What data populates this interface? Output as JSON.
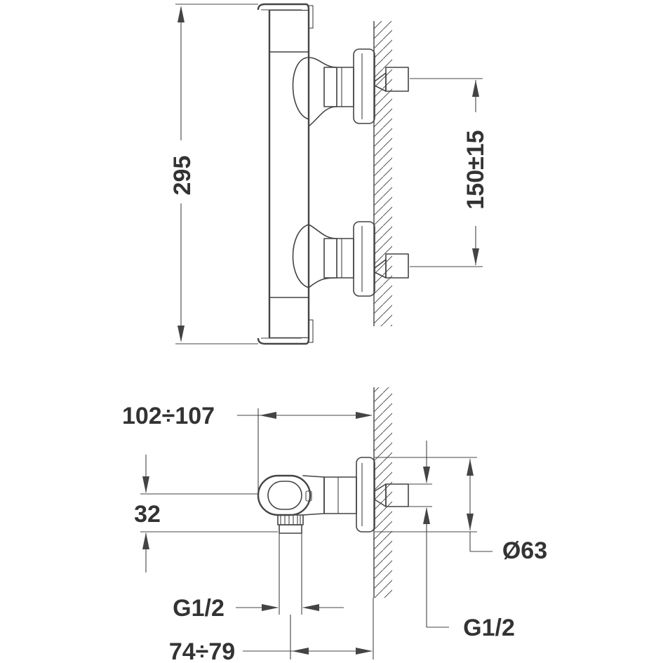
{
  "dimensions": {
    "height_total": "295",
    "inlet_spacing": "150±15",
    "projection_top": "102÷107",
    "body_diameter": "32",
    "flange_diameter": "Ø63",
    "outlet_thread": "G1/2",
    "inlet_thread": "G1/2",
    "outlet_projection": "74÷79"
  }
}
